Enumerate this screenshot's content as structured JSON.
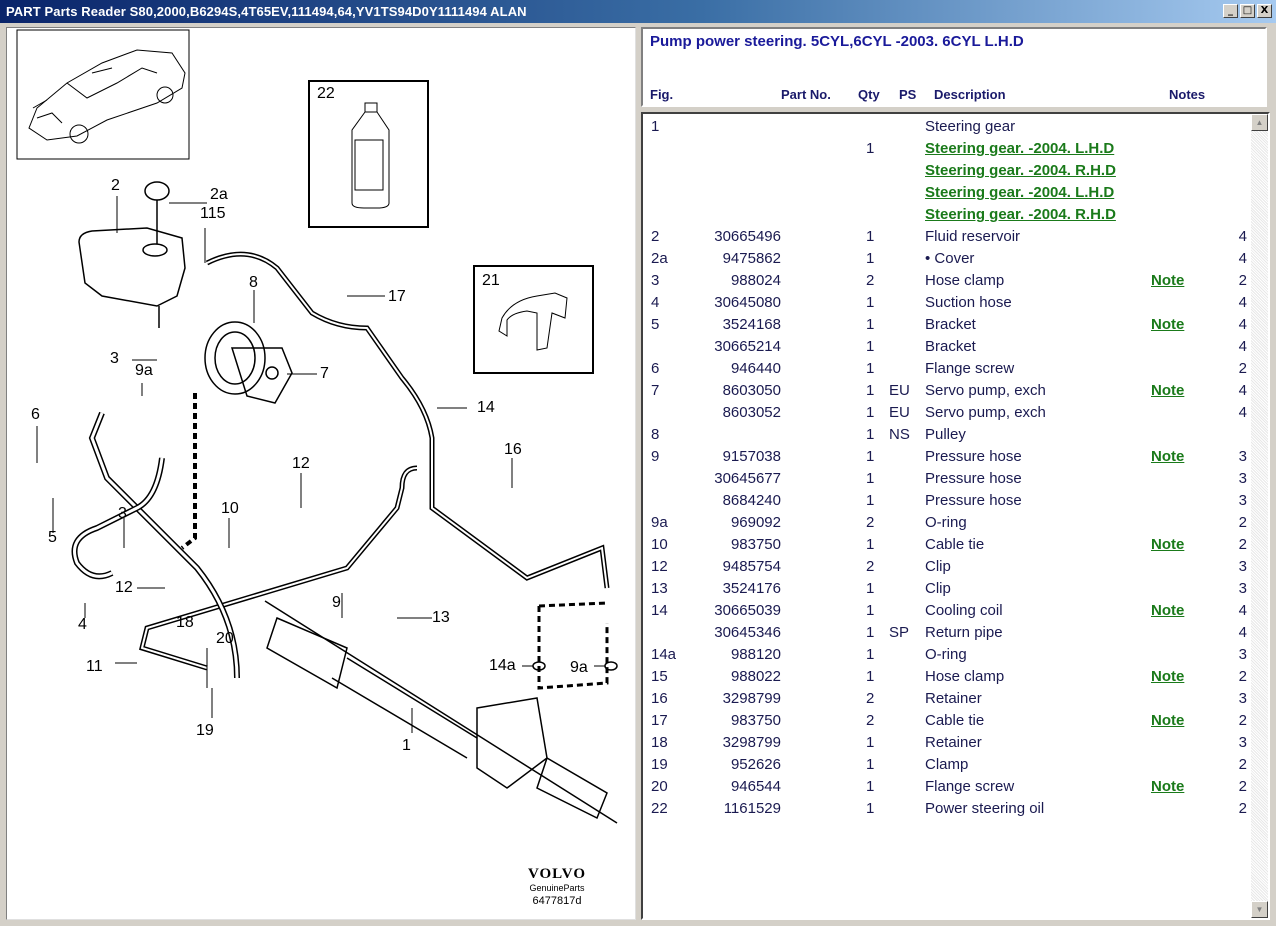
{
  "window": {
    "title": "PART Parts Reader S80,2000,B6294S,4T65EV,111494,64,YV1TS94D0Y1111494 ALAN",
    "buttons": {
      "minimize": "_",
      "maximize": "□",
      "close": "X"
    }
  },
  "diagram": {
    "callouts": [
      "2",
      "2a",
      "115",
      "22",
      "21",
      "8",
      "17",
      "3",
      "9a",
      "7",
      "14",
      "6",
      "16",
      "12",
      "10",
      "5",
      "3",
      "4",
      "12",
      "9",
      "13",
      "18",
      "20",
      "11",
      "14a",
      "9a",
      "1",
      "19"
    ],
    "inset_labels": {
      "oil": "22",
      "clip": "21"
    },
    "brand": "VOLVO",
    "brand_sub": "GenuineParts",
    "drawing_no": "6477817d"
  },
  "header": {
    "title": "Pump power steering. 5CYL,6CYL -2003. 6CYL L.H.D",
    "columns": {
      "fig": "Fig.",
      "part_no": "Part No.",
      "qty": "Qty",
      "ps": "PS",
      "description": "Description",
      "notes": "Notes"
    }
  },
  "rows": [
    {
      "fig": "1",
      "part": "",
      "qty": "",
      "ps": "",
      "desc": "Steering gear",
      "note": "",
      "n": "",
      "link": false
    },
    {
      "fig": "",
      "part": "",
      "qty": "1",
      "ps": "",
      "desc": "Steering gear. -2004. L.H.D",
      "note": "",
      "n": "",
      "link": true
    },
    {
      "fig": "",
      "part": "",
      "qty": "",
      "ps": "",
      "desc": "Steering gear. -2004. R.H.D",
      "note": "",
      "n": "",
      "link": true
    },
    {
      "fig": "",
      "part": "",
      "qty": "",
      "ps": "",
      "desc": "Steering gear. -2004. L.H.D",
      "note": "",
      "n": "",
      "link": true
    },
    {
      "fig": "",
      "part": "",
      "qty": "",
      "ps": "",
      "desc": "Steering gear. -2004. R.H.D",
      "note": "",
      "n": "",
      "link": true
    },
    {
      "fig": "2",
      "part": "30665496",
      "qty": "1",
      "ps": "",
      "desc": "Fluid reservoir",
      "note": "",
      "n": "4"
    },
    {
      "fig": "2a",
      "part": "9475862",
      "qty": "1",
      "ps": "",
      "desc": "• Cover",
      "note": "",
      "n": "4"
    },
    {
      "fig": "3",
      "part": "988024",
      "qty": "2",
      "ps": "",
      "desc": "Hose clamp",
      "note": "Note",
      "n": "2"
    },
    {
      "fig": "4",
      "part": "30645080",
      "qty": "1",
      "ps": "",
      "desc": "Suction hose",
      "note": "",
      "n": "4"
    },
    {
      "fig": "5",
      "part": "3524168",
      "qty": "1",
      "ps": "",
      "desc": "Bracket",
      "note": "Note",
      "n": "4"
    },
    {
      "fig": "",
      "part": "30665214",
      "qty": "1",
      "ps": "",
      "desc": "Bracket",
      "note": "",
      "n": "4"
    },
    {
      "fig": "6",
      "part": "946440",
      "qty": "1",
      "ps": "",
      "desc": "Flange screw",
      "note": "",
      "n": "2"
    },
    {
      "fig": "7",
      "part": "8603050",
      "qty": "1",
      "ps": "EU",
      "desc": "Servo pump, exch",
      "note": "Note",
      "n": "4"
    },
    {
      "fig": "",
      "part": "8603052",
      "qty": "1",
      "ps": "EU",
      "desc": "Servo pump, exch",
      "note": "",
      "n": "4"
    },
    {
      "fig": "8",
      "part": "",
      "qty": "1",
      "ps": "NS",
      "desc": "Pulley",
      "note": "",
      "n": ""
    },
    {
      "fig": "9",
      "part": "9157038",
      "qty": "1",
      "ps": "",
      "desc": "Pressure hose",
      "note": "Note",
      "n": "3"
    },
    {
      "fig": "",
      "part": "30645677",
      "qty": "1",
      "ps": "",
      "desc": "Pressure hose",
      "note": "",
      "n": "3"
    },
    {
      "fig": "",
      "part": "8684240",
      "qty": "1",
      "ps": "",
      "desc": "Pressure hose",
      "note": "",
      "n": "3"
    },
    {
      "fig": "9a",
      "part": "969092",
      "qty": "2",
      "ps": "",
      "desc": "O-ring",
      "note": "",
      "n": "2"
    },
    {
      "fig": "10",
      "part": "983750",
      "qty": "1",
      "ps": "",
      "desc": "Cable tie",
      "note": "Note",
      "n": "2"
    },
    {
      "fig": "12",
      "part": "9485754",
      "qty": "2",
      "ps": "",
      "desc": "Clip",
      "note": "",
      "n": "3"
    },
    {
      "fig": "13",
      "part": "3524176",
      "qty": "1",
      "ps": "",
      "desc": "Clip",
      "note": "",
      "n": "3"
    },
    {
      "fig": "14",
      "part": "30665039",
      "qty": "1",
      "ps": "",
      "desc": "Cooling coil",
      "note": "Note",
      "n": "4"
    },
    {
      "fig": "",
      "part": "30645346",
      "qty": "1",
      "ps": "SP",
      "desc": "Return pipe",
      "note": "",
      "n": "4"
    },
    {
      "fig": "14a",
      "part": "988120",
      "qty": "1",
      "ps": "",
      "desc": "O-ring",
      "note": "",
      "n": "3"
    },
    {
      "fig": "15",
      "part": "988022",
      "qty": "1",
      "ps": "",
      "desc": "Hose clamp",
      "note": "Note",
      "n": "2"
    },
    {
      "fig": "16",
      "part": "3298799",
      "qty": "2",
      "ps": "",
      "desc": "Retainer",
      "note": "",
      "n": "3"
    },
    {
      "fig": "17",
      "part": "983750",
      "qty": "2",
      "ps": "",
      "desc": "Cable tie",
      "note": "Note",
      "n": "2"
    },
    {
      "fig": "18",
      "part": "3298799",
      "qty": "1",
      "ps": "",
      "desc": "Retainer",
      "note": "",
      "n": "3"
    },
    {
      "fig": "19",
      "part": "952626",
      "qty": "1",
      "ps": "",
      "desc": "Clamp",
      "note": "",
      "n": "2"
    },
    {
      "fig": "20",
      "part": "946544",
      "qty": "1",
      "ps": "",
      "desc": "Flange screw",
      "note": "Note",
      "n": "2"
    },
    {
      "fig": "22",
      "part": "1161529",
      "qty": "1",
      "ps": "",
      "desc": "Power steering oil",
      "note": "",
      "n": "2"
    }
  ],
  "scrollbar": {
    "up": "▲",
    "down": "▼"
  }
}
